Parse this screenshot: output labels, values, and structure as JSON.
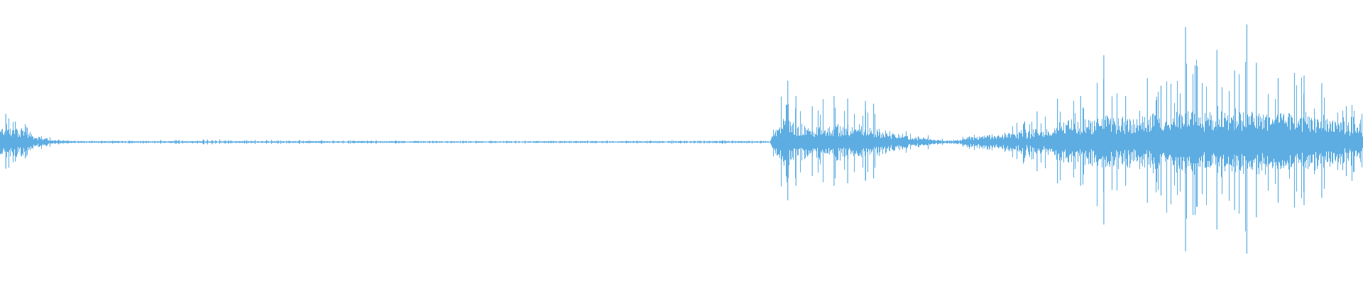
{
  "waveform": {
    "color": "#5dade2",
    "background": "#ffffff",
    "amplitude_envelope": [
      {
        "t": 0.0,
        "peak": 0.2,
        "rms": 0.07
      },
      {
        "t": 0.004,
        "peak": 0.24,
        "rms": 0.09
      },
      {
        "t": 0.01,
        "peak": 0.2,
        "rms": 0.08
      },
      {
        "t": 0.018,
        "peak": 0.16,
        "rms": 0.07
      },
      {
        "t": 0.024,
        "peak": 0.1,
        "rms": 0.04
      },
      {
        "t": 0.03,
        "peak": 0.06,
        "rms": 0.02
      },
      {
        "t": 0.04,
        "peak": 0.02,
        "rms": 0.01
      },
      {
        "t": 0.06,
        "peak": 0.01,
        "rms": 0.005
      },
      {
        "t": 0.15,
        "peak": 0.02,
        "rms": 0.006
      },
      {
        "t": 0.3,
        "peak": 0.01,
        "rms": 0.005
      },
      {
        "t": 0.45,
        "peak": 0.012,
        "rms": 0.005
      },
      {
        "t": 0.565,
        "peak": 0.015,
        "rms": 0.006
      },
      {
        "t": 0.57,
        "peak": 0.28,
        "rms": 0.09
      },
      {
        "t": 0.575,
        "peak": 0.4,
        "rms": 0.12
      },
      {
        "t": 0.585,
        "peak": 0.3,
        "rms": 0.1
      },
      {
        "t": 0.6,
        "peak": 0.3,
        "rms": 0.09
      },
      {
        "t": 0.62,
        "peak": 0.3,
        "rms": 0.09
      },
      {
        "t": 0.64,
        "peak": 0.28,
        "rms": 0.08
      },
      {
        "t": 0.655,
        "peak": 0.12,
        "rms": 0.05
      },
      {
        "t": 0.67,
        "peak": 0.08,
        "rms": 0.03
      },
      {
        "t": 0.69,
        "peak": 0.03,
        "rms": 0.01
      },
      {
        "t": 0.705,
        "peak": 0.02,
        "rms": 0.01
      },
      {
        "t": 0.71,
        "peak": 0.08,
        "rms": 0.03
      },
      {
        "t": 0.73,
        "peak": 0.1,
        "rms": 0.04
      },
      {
        "t": 0.76,
        "peak": 0.18,
        "rms": 0.06
      },
      {
        "t": 0.78,
        "peak": 0.3,
        "rms": 0.1
      },
      {
        "t": 0.8,
        "peak": 0.4,
        "rms": 0.12
      },
      {
        "t": 0.81,
        "peak": 0.55,
        "rms": 0.15
      },
      {
        "t": 0.83,
        "peak": 0.35,
        "rms": 0.12
      },
      {
        "t": 0.85,
        "peak": 0.45,
        "rms": 0.14
      },
      {
        "t": 0.87,
        "peak": 0.8,
        "rms": 0.18
      },
      {
        "t": 0.88,
        "peak": 0.55,
        "rms": 0.16
      },
      {
        "t": 0.895,
        "peak": 0.7,
        "rms": 0.18
      },
      {
        "t": 0.915,
        "peak": 0.8,
        "rms": 0.17
      },
      {
        "t": 0.935,
        "peak": 0.5,
        "rms": 0.15
      },
      {
        "t": 0.955,
        "peak": 0.5,
        "rms": 0.14
      },
      {
        "t": 0.975,
        "peak": 0.45,
        "rms": 0.13
      },
      {
        "t": 1.0,
        "peak": 0.2,
        "rms": 0.08
      }
    ],
    "spikes": [
      {
        "t": 0.004,
        "a": 0.22
      },
      {
        "t": 0.011,
        "a": 0.16
      },
      {
        "t": 0.019,
        "a": 0.12
      },
      {
        "t": 0.152,
        "a": 0.02
      },
      {
        "t": 0.578,
        "a": 0.48
      },
      {
        "t": 0.584,
        "a": 0.36
      },
      {
        "t": 0.596,
        "a": 0.28
      },
      {
        "t": 0.612,
        "a": 0.36
      },
      {
        "t": 0.622,
        "a": 0.34
      },
      {
        "t": 0.635,
        "a": 0.32
      },
      {
        "t": 0.641,
        "a": 0.3
      },
      {
        "t": 0.761,
        "a": 0.24
      },
      {
        "t": 0.776,
        "a": 0.34
      },
      {
        "t": 0.793,
        "a": 0.36
      },
      {
        "t": 0.81,
        "a": 0.68
      },
      {
        "t": 0.826,
        "a": 0.36
      },
      {
        "t": 0.842,
        "a": 0.5
      },
      {
        "t": 0.852,
        "a": 0.44
      },
      {
        "t": 0.87,
        "a": 0.9
      },
      {
        "t": 0.877,
        "a": 0.6
      },
      {
        "t": 0.893,
        "a": 0.72
      },
      {
        "t": 0.906,
        "a": 0.56
      },
      {
        "t": 0.915,
        "a": 0.92
      },
      {
        "t": 0.922,
        "a": 0.62
      },
      {
        "t": 0.938,
        "a": 0.5
      },
      {
        "t": 0.95,
        "a": 0.54
      },
      {
        "t": 0.957,
        "a": 0.52
      },
      {
        "t": 0.97,
        "a": 0.46
      },
      {
        "t": 0.988,
        "a": 0.28
      }
    ]
  }
}
